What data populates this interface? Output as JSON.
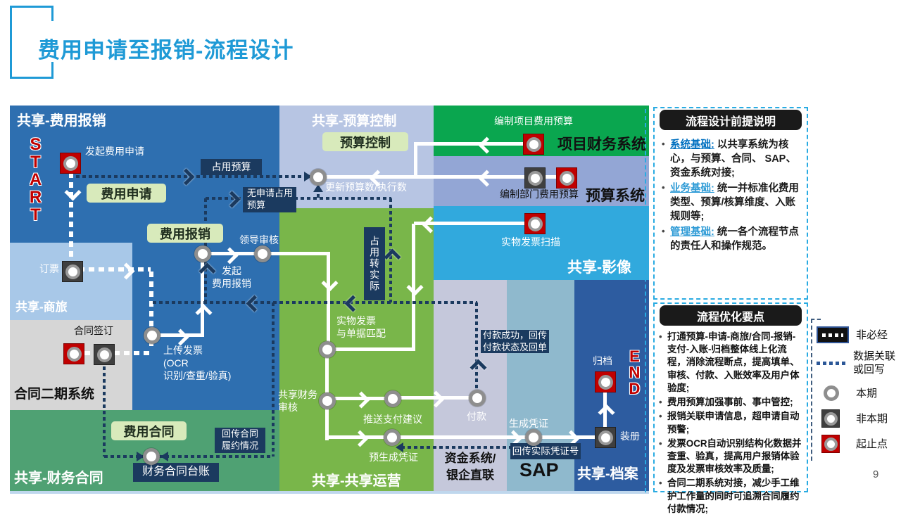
{
  "title": "费用申请至报销-流程设计",
  "page_number": "9",
  "colors": {
    "accent": "#1F9AD6",
    "start_end_red": "#C00000",
    "link_navy": "#1B3A5F"
  },
  "markers": {
    "start": "START",
    "end": "END"
  },
  "regions": {
    "expense": "共享-费用报销",
    "travel": "共享-商旅",
    "contract2": "合同二期系统",
    "fincontract": "共享-财务合同",
    "budgetctl": "共享-预算控制",
    "operations": "共享-共享运营",
    "projfin": "项目财务系统",
    "budgetsys": "预算系统",
    "imaging": "共享-影像",
    "treasury1": "资金系统/",
    "treasury2": "银企直联",
    "sap": "SAP",
    "archive": "共享-档案"
  },
  "steps": {
    "initiate_request": "发起费用申请",
    "booking": "订票",
    "contract_sign": "合同签订",
    "upload1": "上传发票",
    "upload2": "(OCR",
    "upload3": "识别/查重/验真)",
    "init_reimb1": "发起",
    "init_reimb2": "费用报销",
    "leader_review": "领导审核",
    "update_budget": "更新预算数/执行数",
    "match1": "实物发票",
    "match2": "与单据匹配",
    "shared_review1": "共享财务",
    "shared_review2": "审核",
    "push_payment": "推送支付建议",
    "pay": "付款",
    "pre_voucher": "预生成凭证",
    "gen_voucher": "生成凭证",
    "binding": "装册",
    "archive": "归档",
    "invoice_scan": "实物发票扫描",
    "proj_budget": "编制项目费用预算",
    "dept_budget": "编制部门费用预算"
  },
  "tags": {
    "expense_request": "费用申请",
    "expense_reimb": "费用报销",
    "budget_control": "预算控制",
    "expense_contract": "费用合同",
    "occupy_budget": "占用预算",
    "no_request1": "无申请占用",
    "no_request2": "预算",
    "occupy_to_actual": "占用转实际",
    "pay_success1": "付款成功，回传",
    "pay_success2": "付款状态及回单",
    "return_voucher": "回传实际凭证号",
    "contract_perf1": "回传合同",
    "contract_perf2": "履约情况",
    "contract_ledger": "财务合同台账"
  },
  "panels": {
    "premise": {
      "title": "流程设计前提说明",
      "bullets": [
        {
          "lead": "系统基础:",
          "text": " 以共享系统为核心，与预算、合同、 SAP、资金系统对接;"
        },
        {
          "lead": "业务基础:",
          "text": " 统一并标准化费用类型、预算/核算维度、入账规则等;"
        },
        {
          "lead": "管理基础:",
          "text": " 统一各个流程节点的责任人和操作规范。"
        }
      ]
    },
    "optimize": {
      "title": "流程优化要点",
      "bullets": [
        {
          "text": "打通预算-申请-商旅/合同-报销-支付-入账-归档整体线上化流程，消除流程断点，提高填单、审核、付款、入账效率及用户体验度;"
        },
        {
          "text": "费用预算加强事前、事中管控;"
        },
        {
          "text": "报销关联申请信息，超申请自动预警;"
        },
        {
          "text": "发票OCR自动识别结构化数据并查重、验真，提高用户报销体验度及发票审核效率及质量;"
        },
        {
          "text": "合同二期系统对接，减少手工维护工作量的同时可追溯合同履约付款情况;"
        }
      ]
    }
  },
  "legend": {
    "items": [
      {
        "label": "非必经"
      },
      {
        "label": "数据关联或回写"
      },
      {
        "label": "本期"
      },
      {
        "label": "非本期"
      },
      {
        "label": "起止点"
      }
    ]
  }
}
